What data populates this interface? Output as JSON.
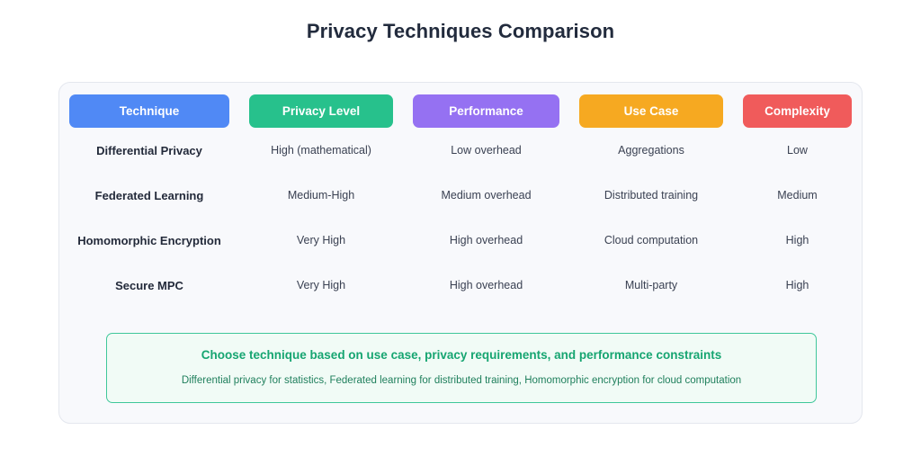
{
  "page": {
    "title": "Privacy Techniques Comparison",
    "background_color": "#ffffff"
  },
  "card": {
    "background_color": "#f8f9fc",
    "border_color": "#e4e7ee"
  },
  "table": {
    "columns": [
      {
        "label": "Technique",
        "color": "#5089f5"
      },
      {
        "label": "Privacy Level",
        "color": "#27c18c"
      },
      {
        "label": "Performance",
        "color": "#9571f2"
      },
      {
        "label": "Use Case",
        "color": "#f6a921"
      },
      {
        "label": "Complexity",
        "color": "#f05b5b"
      }
    ],
    "rows": [
      {
        "technique": "Differential Privacy",
        "privacy_level": "High (mathematical)",
        "performance": "Low overhead",
        "use_case": "Aggregations",
        "complexity": "Low"
      },
      {
        "technique": "Federated Learning",
        "privacy_level": "Medium-High",
        "performance": "Medium overhead",
        "use_case": "Distributed training",
        "complexity": "Medium"
      },
      {
        "technique": "Homomorphic Encryption",
        "privacy_level": "Very High",
        "performance": "High overhead",
        "use_case": "Cloud computation",
        "complexity": "High"
      },
      {
        "technique": "Secure MPC",
        "privacy_level": "Very High",
        "performance": "High overhead",
        "use_case": "Multi-party",
        "complexity": "High"
      }
    ]
  },
  "footer_note": {
    "title": "Choose technique based on use case, privacy requirements, and performance constraints",
    "subtitle": "Differential privacy for statistics, Federated learning for distributed training, Homomorphic encryption for cloud computation",
    "accent_color": "#16a571",
    "border_color": "#3fc79a",
    "background_color": "#f1fbf6"
  }
}
